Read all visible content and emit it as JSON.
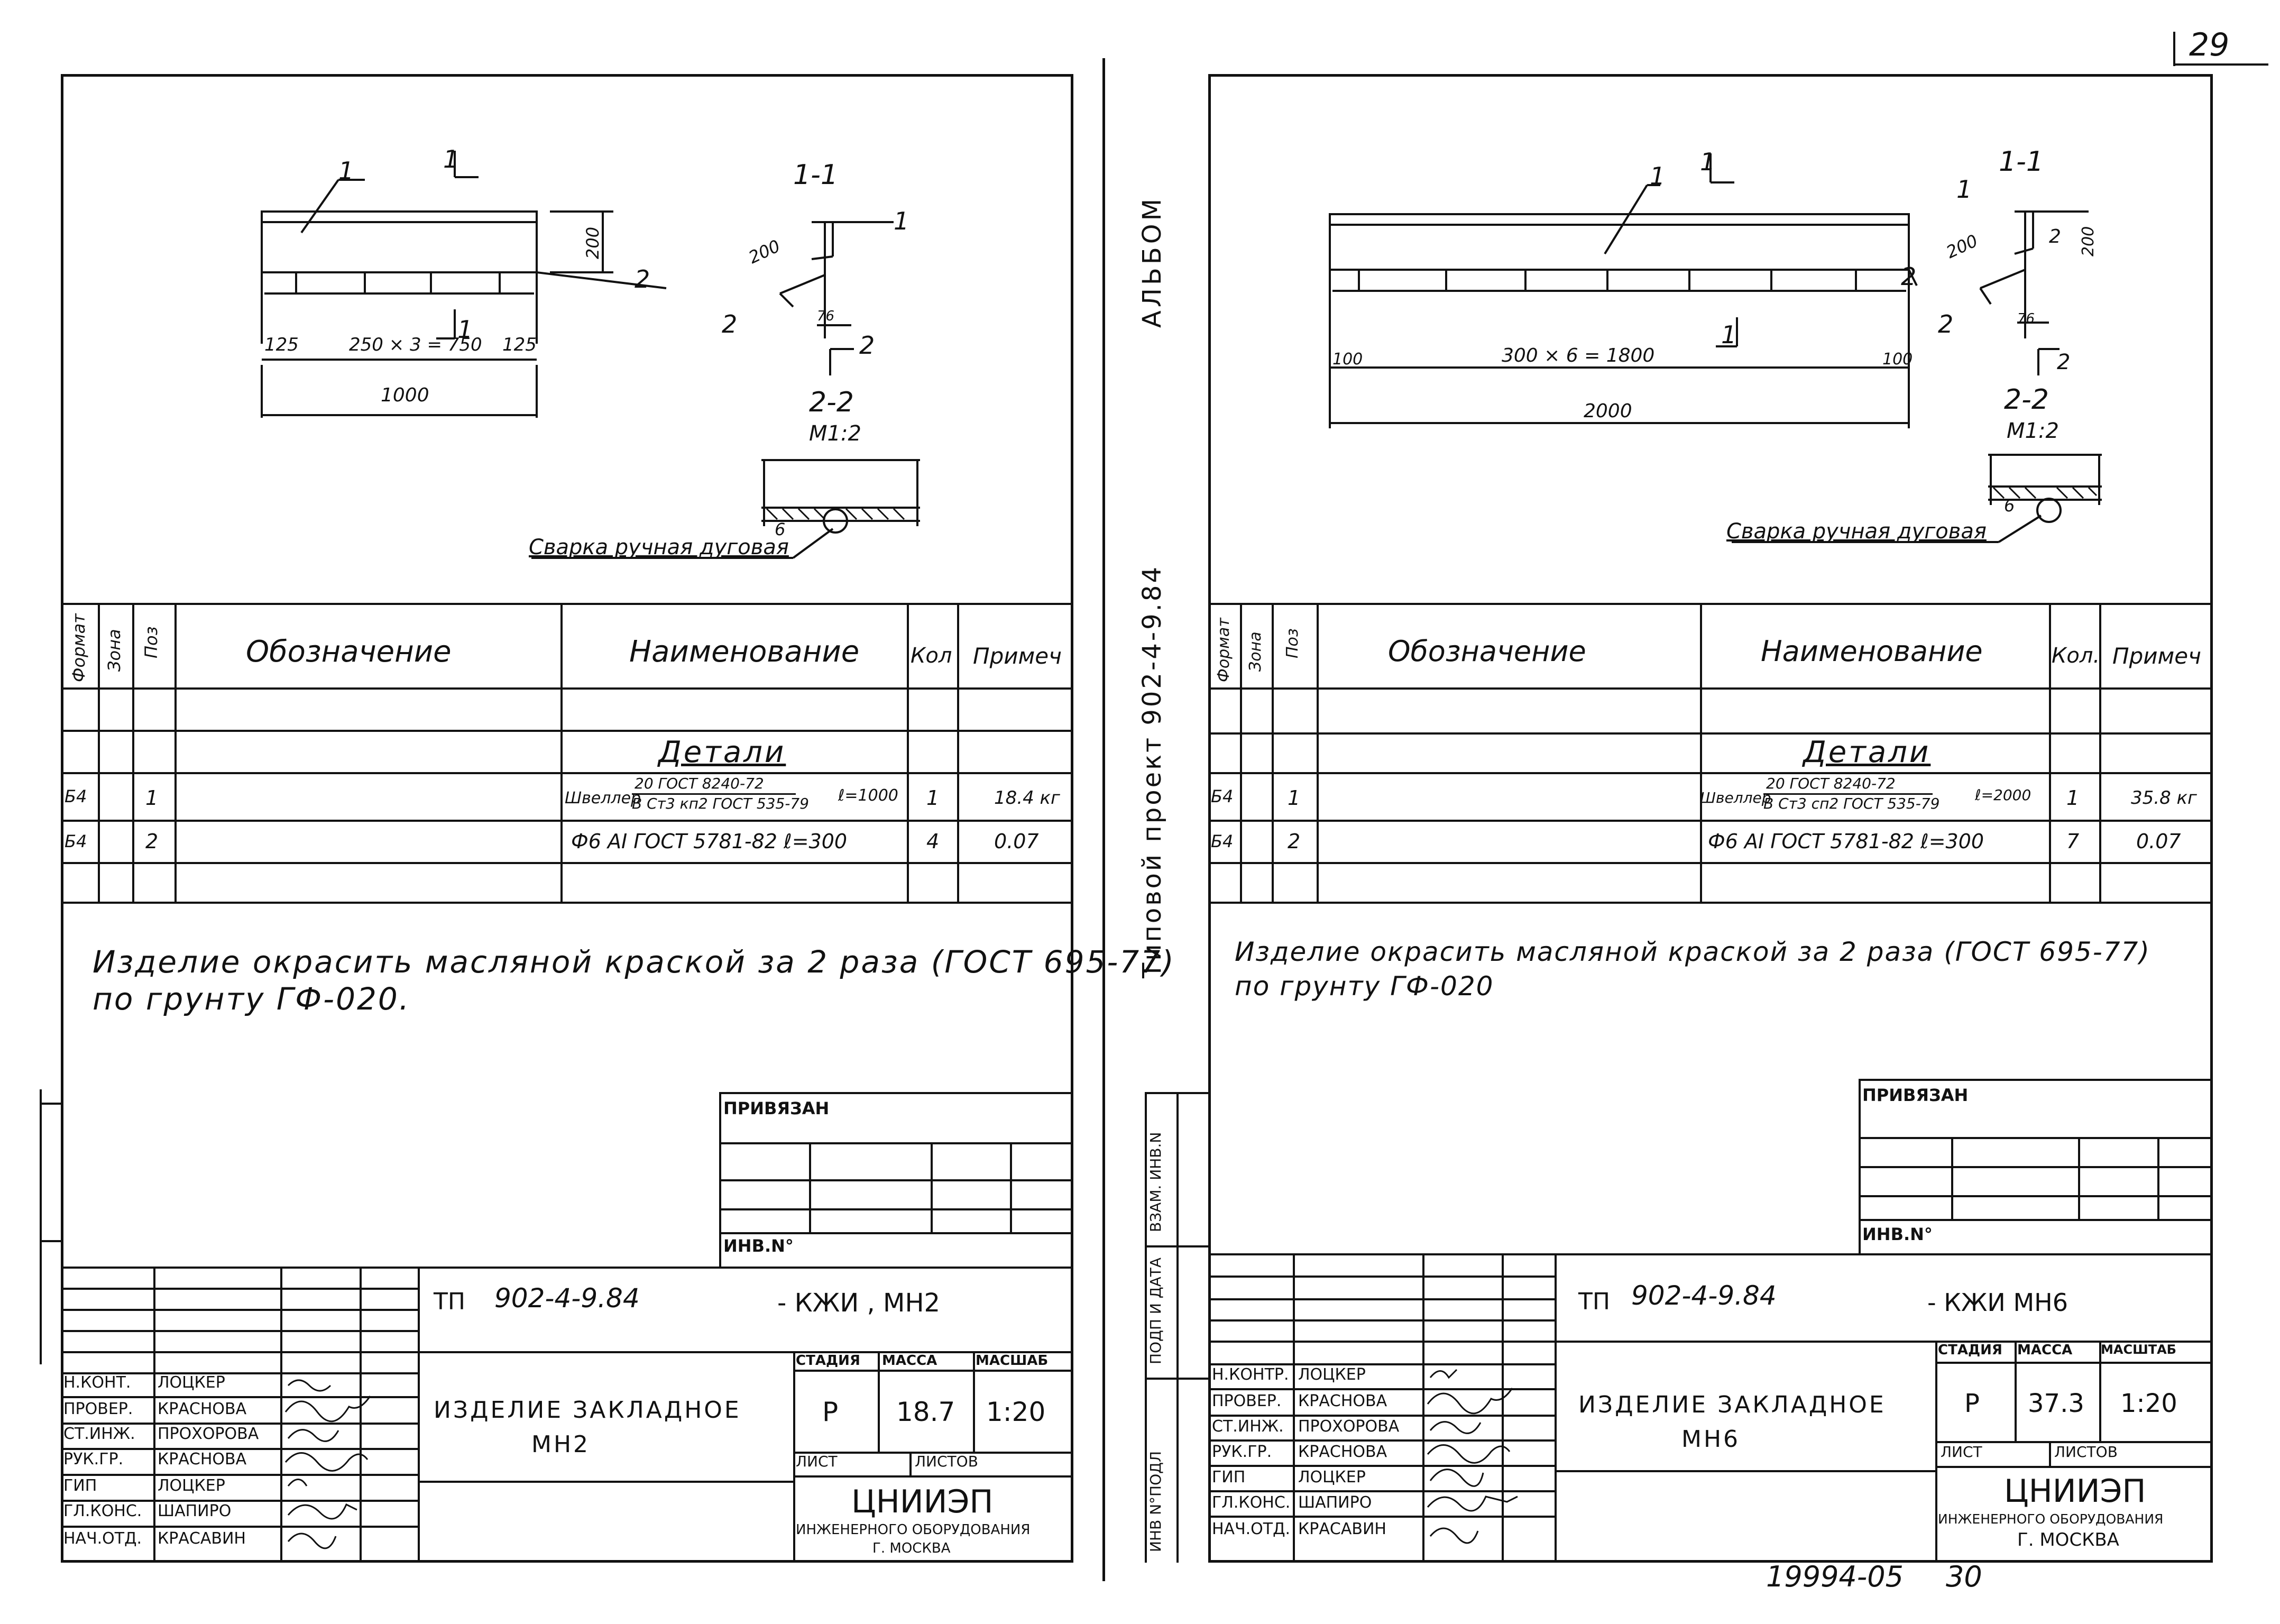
{
  "page_number": "29",
  "bottom_note": "19994-05",
  "bottom_page": "30",
  "album_label": "АЛЬБОМ",
  "project_label": "Типовой   проект   902-4-9.84",
  "side_stamps": [
    "ВЗАМ. ИНВ.N",
    "ПОДП И ДАТА",
    "ИНВ N°ПОДЛ"
  ],
  "sheets": [
    {
      "drawing": {
        "pos1": "1",
        "sec_mark": "1",
        "pos2": "2",
        "dim_h": "200",
        "dim_left": "125",
        "dim_mid": "250 × 3 = 750",
        "dim_right": "125",
        "dim_total": "1000",
        "sec11": "1-1",
        "sec22": "2-2",
        "scale22": "М1:2",
        "s_p1": "1",
        "s_p2": "2",
        "s_200": "200",
        "s_76": "76",
        "s_2": "2",
        "weld_leg": "6",
        "weld_note": "Сварка ручная дуговая"
      },
      "spec_headers": {
        "format": "Формат",
        "zone": "Зона",
        "pos": "Поз",
        "designation": "Обозначение",
        "name": "Наименование",
        "qty": "Кол",
        "note": "Примеч"
      },
      "spec_group": "Детали",
      "rows": [
        {
          "format": "Б4",
          "pos": "1",
          "name_a": "Швеллер",
          "name_frac_top": "20 ГОСТ 8240-72",
          "name_frac_bot": "В Ст3 кп2 ГОСТ 535-79",
          "name_len": "ℓ=1000",
          "qty": "1",
          "note": "18.4 кг"
        },
        {
          "format": "Б4",
          "pos": "2",
          "name": "Ф6 АI ГОСТ 5781-82  ℓ=300",
          "qty": "4",
          "note": "0.07"
        }
      ],
      "note_l1": "Изделие окрасить масляной краской за 2 раза (ГОСТ 695-77)",
      "note_l2": "по грунту ГФ-020.",
      "privyazan": "ПРИВЯЗАН",
      "inv": "ИНВ.N°",
      "tp": "ТП",
      "code": "902-4-9.84",
      "mark": "- КЖИ ,  МН2",
      "item_title": "ИЗДЕЛИЕ ЗАКЛАДНОЕ",
      "item_mark": "МН2",
      "stadia": "СТАДИЯ",
      "massa": "МАССА",
      "masshtab": "МАСШАБ",
      "stage_val": "Р",
      "mass_val": "18.7",
      "scale_val": "1:20",
      "list": "ЛИСТ",
      "listov": "ЛИСТОВ",
      "org": "ЦНИИЭП",
      "org2": "ИНЖЕНЕРНОГО ОБОРУДОВАНИЯ",
      "city": "Г. МОСКВА",
      "staff": [
        {
          "role": "Н.КОНТ.",
          "name": "ЛОЦКЕР"
        },
        {
          "role": "ПРОВЕР.",
          "name": "КРАСНОВА"
        },
        {
          "role": "СТ.ИНЖ.",
          "name": "ПРОХОРОВА"
        },
        {
          "role": "РУК.ГР.",
          "name": "КРАСНОВА"
        },
        {
          "role": "ГИП",
          "name": "ЛОЦКЕР"
        },
        {
          "role": "ГЛ.КОНС.",
          "name": "ШАПИРО"
        },
        {
          "role": "НАЧ.ОТД.",
          "name": "КРАСАВИН"
        }
      ]
    },
    {
      "drawing": {
        "pos1": "1",
        "sec_mark": "1",
        "pos2": "2",
        "dim_h": "200",
        "dim_left": "100",
        "dim_mid": "300 × 6 = 1800",
        "dim_right": "100",
        "dim_total": "2000",
        "sec11": "1-1",
        "sec22": "2-2",
        "scale22": "М1:2",
        "s_p1": "1",
        "s_p2": "2",
        "s_200": "200",
        "s_76": "76",
        "s_2": "2",
        "weld_leg": "6",
        "weld_note": "Сварка ручная дуговая"
      },
      "spec_headers": {
        "format": "Формат",
        "zone": "Зона",
        "pos": "Поз",
        "designation": "Обозначение",
        "name": "Наименование",
        "qty": "Кол.",
        "note": "Примеч"
      },
      "spec_group": "Детали",
      "rows": [
        {
          "format": "Б4",
          "pos": "1",
          "name_a": "Швеллер",
          "name_frac_top": "20 ГОСТ 8240-72",
          "name_frac_bot": "В Ст3 сп2 ГОСТ 535-79",
          "name_len": "ℓ=2000",
          "qty": "1",
          "note": "35.8 кг"
        },
        {
          "format": "Б4",
          "pos": "2",
          "name": "Ф6 АI ГОСТ 5781-82  ℓ=300",
          "qty": "7",
          "note": "0.07"
        }
      ],
      "note_l1": "Изделие окрасить масляной краской за 2 раза (ГОСТ 695-77)",
      "note_l2": "по грунту ГФ-020",
      "privyazan": "ПРИВЯЗАН",
      "inv": "ИНВ.N°",
      "tp": "ТП",
      "code": "902-4-9.84",
      "mark": "- КЖИ   МН6",
      "item_title": "ИЗДЕЛИЕ ЗАКЛАДНОЕ",
      "item_mark": "МН6",
      "stadia": "СТАДИЯ",
      "massa": "МАССА",
      "masshtab": "МАСШТАБ",
      "stage_val": "Р",
      "mass_val": "37.3",
      "scale_val": "1:20",
      "list": "ЛИСТ",
      "listov": "ЛИСТОВ",
      "org": "ЦНИИЭП",
      "org2": "ИНЖЕНЕРНОГО ОБОРУДОВАНИЯ",
      "city": "Г. МОСКВА",
      "staff": [
        {
          "role": "Н.КОНТР.",
          "name": "ЛОЦКЕР"
        },
        {
          "role": "ПРОВЕР.",
          "name": "КРАСНОВА"
        },
        {
          "role": "СТ.ИНЖ.",
          "name": "ПРОХОРОВА"
        },
        {
          "role": "РУК.ГР.",
          "name": "КРАСНОВА"
        },
        {
          "role": "ГИП",
          "name": "ЛОЦКЕР"
        },
        {
          "role": "ГЛ.КОНС.",
          "name": "ШАПИРО"
        },
        {
          "role": "НАЧ.ОТД.",
          "name": "КРАСАВИН"
        }
      ]
    }
  ]
}
